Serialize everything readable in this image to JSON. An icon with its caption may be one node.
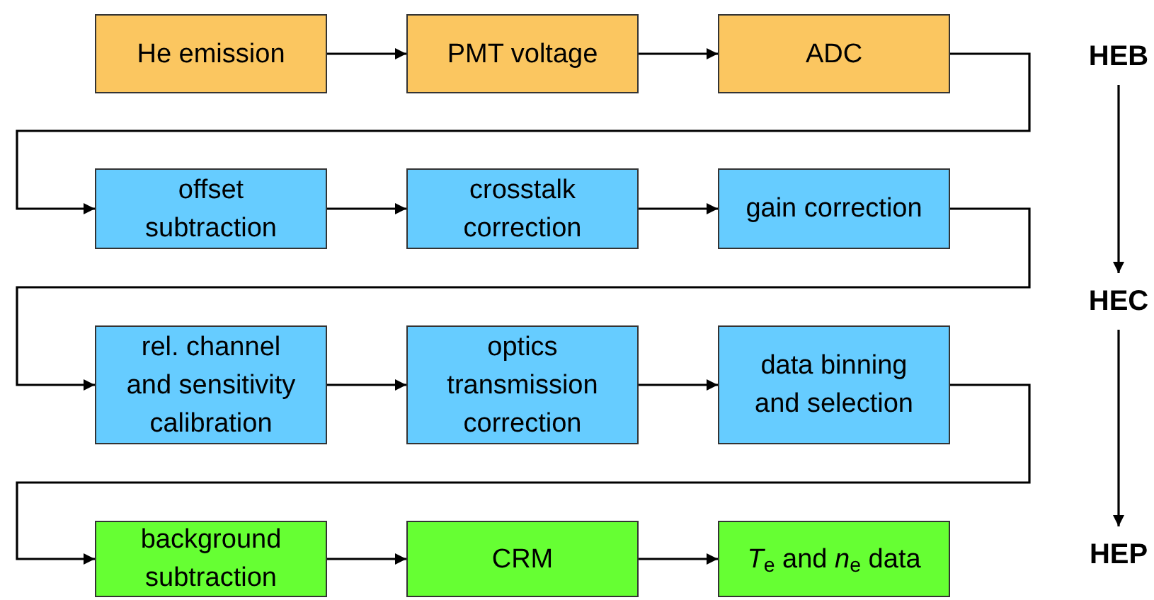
{
  "diagram": {
    "nodes": [
      {
        "text": [
          "He emission"
        ]
      },
      {
        "text": [
          "PMT voltage"
        ]
      },
      {
        "text": [
          "ADC"
        ]
      },
      {
        "text": [
          "offset subtraction"
        ]
      },
      {
        "text": [
          "crosstalk correction"
        ]
      },
      {
        "text": [
          "gain correction"
        ]
      },
      {
        "text": [
          "rel. channel and sensitivity calibration"
        ]
      },
      {
        "text": [
          "optics transmission correction"
        ]
      },
      {
        "text": [
          "data binning and selection"
        ]
      },
      {
        "text": [
          "background subtraction"
        ]
      },
      {
        "text": [
          "CRM"
        ]
      },
      {
        "text": [
          "*T*$_{e}$ and *n*$_{e}$ data"
        ]
      },
      {
        "text": [
          "HEB"
        ]
      },
      {
        "text": [
          "HEC"
        ]
      },
      {
        "text": [
          "HEP"
        ]
      }
    ],
    "edges": [
      {
        "from": 0,
        "to": 1,
        "arrow": "to"
      },
      {
        "from": 1,
        "to": 2,
        "arrow": "to"
      },
      {
        "from": 2,
        "to": 3,
        "arrow": "to"
      },
      {
        "from": 3,
        "to": 4,
        "arrow": "to"
      },
      {
        "from": 4,
        "to": 5,
        "arrow": "to"
      },
      {
        "from": 5,
        "to": 6,
        "arrow": "to"
      },
      {
        "from": 6,
        "to": 7,
        "arrow": "to"
      },
      {
        "from": 7,
        "to": 8,
        "arrow": "to"
      },
      {
        "from": 8,
        "to": 9,
        "arrow": "to"
      },
      {
        "from": 9,
        "to": 10,
        "arrow": "to"
      },
      {
        "from": 10,
        "to": 11,
        "arrow": "to"
      },
      {
        "from": 12,
        "to": 13,
        "arrow": "to"
      },
      {
        "from": 13,
        "to": 14,
        "arrow": "to"
      }
    ]
  }
}
